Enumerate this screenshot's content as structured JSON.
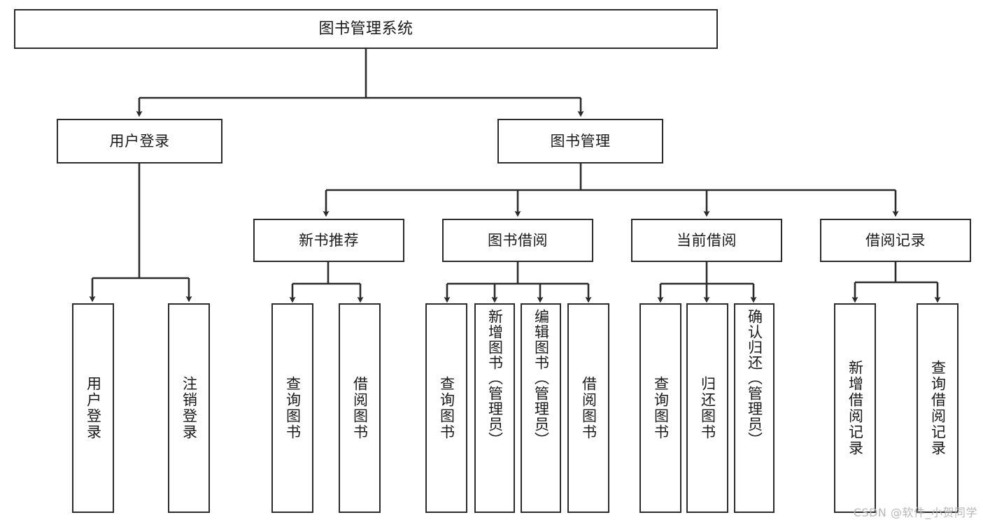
{
  "diagram": {
    "title": "图书管理系统",
    "type": "tree-hierarchy-chart",
    "root": {
      "id": "root",
      "label": "图书管理系统"
    },
    "level2": [
      {
        "id": "user-login",
        "label": "用户登录"
      },
      {
        "id": "book-management",
        "label": "图书管理"
      }
    ],
    "level3": [
      {
        "id": "new-book-recommend",
        "label": "新书推荐"
      },
      {
        "id": "book-borrow",
        "label": "图书借阅"
      },
      {
        "id": "current-borrow",
        "label": "当前借阅"
      },
      {
        "id": "borrow-record",
        "label": "借阅记录"
      }
    ],
    "leaves": {
      "user_login": [
        {
          "id": "leaf-user-login",
          "label": "用户登录"
        },
        {
          "id": "leaf-logout-login",
          "label": "注销登录"
        }
      ],
      "new_book_recommend": [
        {
          "id": "leaf-query-book-1",
          "label": "查询图书"
        },
        {
          "id": "leaf-borrow-book-1",
          "label": "借阅图书"
        }
      ],
      "book_borrow": [
        {
          "id": "leaf-query-book-2",
          "label": "查询图书"
        },
        {
          "id": "leaf-add-book",
          "label": "新增图书（管理员）"
        },
        {
          "id": "leaf-edit-book",
          "label": "编辑图书（管理员）"
        },
        {
          "id": "leaf-borrow-book-2",
          "label": "借阅图书"
        }
      ],
      "current_borrow": [
        {
          "id": "leaf-query-book-3",
          "label": "查询图书"
        },
        {
          "id": "leaf-return-book",
          "label": "归还图书"
        },
        {
          "id": "leaf-confirm-return",
          "label": "确认归还（管理员）"
        }
      ],
      "borrow_record": [
        {
          "id": "leaf-add-record",
          "label": "新增借阅记录"
        },
        {
          "id": "leaf-query-record",
          "label": "查询借阅记录"
        }
      ]
    }
  },
  "watermark": {
    "text": "CSDN @软件_小贺同学"
  },
  "colors": {
    "stroke": "#2b2b2b",
    "background": "#ffffff",
    "text": "#1a1a1a",
    "watermark": "#b8b8b8"
  }
}
